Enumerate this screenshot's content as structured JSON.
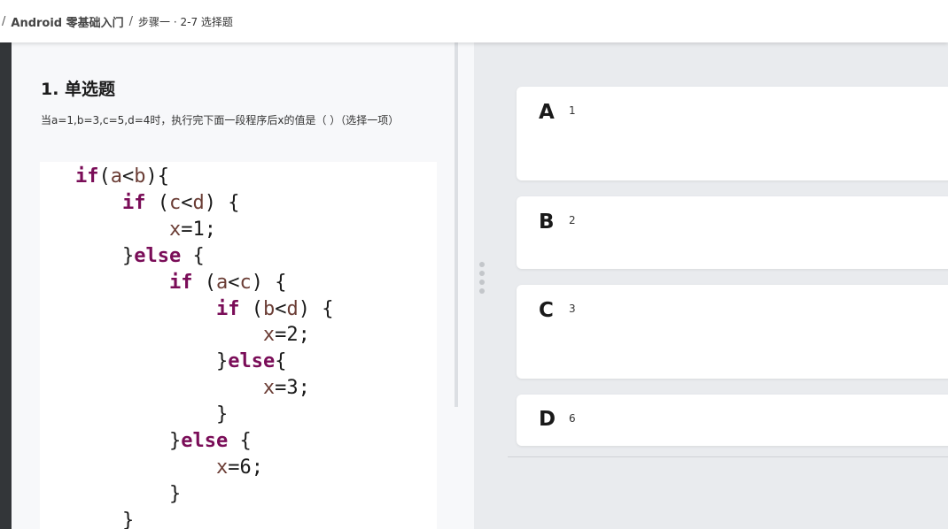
{
  "breadcrumb": {
    "separator": "/",
    "course": "Android 零基础入门",
    "step": "步骤一 · 2-7 选择题"
  },
  "question": {
    "title": "1. 单选题",
    "text": "当a=1,b=3,c=5,d=4时，执行完下面一段程序后x的值是（ ）（选择一项）",
    "code": [
      {
        "parts": [
          {
            "t": "kw",
            "s": "if"
          },
          {
            "t": "p",
            "s": "("
          },
          {
            "t": "vr",
            "s": "a"
          },
          {
            "t": "p",
            "s": "<"
          },
          {
            "t": "vr",
            "s": "b"
          },
          {
            "t": "p",
            "s": "){"
          }
        ],
        "indent": 0
      },
      {
        "parts": [
          {
            "t": "kw",
            "s": "if"
          },
          {
            "t": "p",
            "s": " ("
          },
          {
            "t": "vr",
            "s": "c"
          },
          {
            "t": "p",
            "s": "<"
          },
          {
            "t": "vr",
            "s": "d"
          },
          {
            "t": "p",
            "s": ") {"
          }
        ],
        "indent": 1
      },
      {
        "parts": [
          {
            "t": "vr",
            "s": "x"
          },
          {
            "t": "p",
            "s": "=1;"
          }
        ],
        "indent": 2
      },
      {
        "parts": [
          {
            "t": "p",
            "s": "}"
          },
          {
            "t": "kw",
            "s": "else"
          },
          {
            "t": "p",
            "s": " {"
          }
        ],
        "indent": 1
      },
      {
        "parts": [
          {
            "t": "kw",
            "s": "if"
          },
          {
            "t": "p",
            "s": " ("
          },
          {
            "t": "vr",
            "s": "a"
          },
          {
            "t": "p",
            "s": "<"
          },
          {
            "t": "vr",
            "s": "c"
          },
          {
            "t": "p",
            "s": ") {"
          }
        ],
        "indent": 2
      },
      {
        "parts": [
          {
            "t": "kw",
            "s": "if"
          },
          {
            "t": "p",
            "s": " ("
          },
          {
            "t": "vr",
            "s": "b"
          },
          {
            "t": "p",
            "s": "<"
          },
          {
            "t": "vr",
            "s": "d"
          },
          {
            "t": "p",
            "s": ") {"
          }
        ],
        "indent": 3
      },
      {
        "parts": [
          {
            "t": "vr",
            "s": "x"
          },
          {
            "t": "p",
            "s": "=2;"
          }
        ],
        "indent": 4
      },
      {
        "parts": [
          {
            "t": "p",
            "s": "}"
          },
          {
            "t": "kw",
            "s": "else"
          },
          {
            "t": "p",
            "s": "{"
          }
        ],
        "indent": 3
      },
      {
        "parts": [
          {
            "t": "vr",
            "s": "x"
          },
          {
            "t": "p",
            "s": "=3;"
          }
        ],
        "indent": 4
      },
      {
        "parts": [
          {
            "t": "p",
            "s": "}"
          }
        ],
        "indent": 3
      },
      {
        "parts": [
          {
            "t": "p",
            "s": "}"
          },
          {
            "t": "kw",
            "s": "else"
          },
          {
            "t": "p",
            "s": " {"
          }
        ],
        "indent": 2
      },
      {
        "parts": [
          {
            "t": "vr",
            "s": "x"
          },
          {
            "t": "p",
            "s": "=6;"
          }
        ],
        "indent": 3
      },
      {
        "parts": [
          {
            "t": "p",
            "s": "}"
          }
        ],
        "indent": 2
      },
      {
        "parts": [
          {
            "t": "p",
            "s": "}"
          }
        ],
        "indent": 1
      }
    ]
  },
  "options": [
    {
      "letter": "A",
      "value": "1"
    },
    {
      "letter": "B",
      "value": "2"
    },
    {
      "letter": "C",
      "value": "3"
    },
    {
      "letter": "D",
      "value": "6"
    }
  ],
  "colors": {
    "keyword": "#7a0d58",
    "variable": "#6b3d35"
  }
}
